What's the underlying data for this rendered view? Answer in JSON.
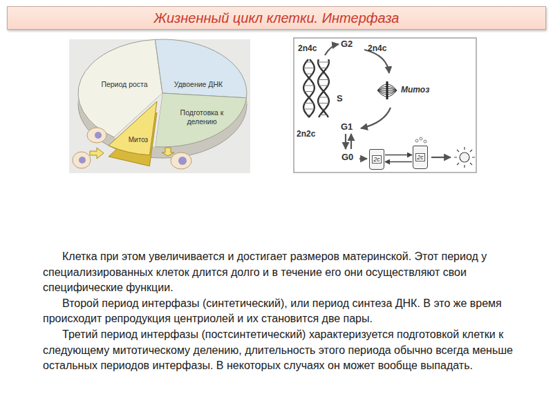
{
  "diagram": {
    "title": "Жизненный цикл клетки. Интерфаза",
    "nodes": [
      {
        "text": [
          "Период роста"
        ]
      },
      {
        "text": [
          "Удвоение ДНК"
        ]
      },
      {
        "text": [
          "Подготовка к делению"
        ]
      },
      {
        "text": [
          "Митоз"
        ]
      },
      {
        "text": [
          "2c"
        ]
      },
      {
        "text": [
          "2c"
        ]
      }
    ],
    "edges": [
      {
        "from": 4,
        "to": 5,
        "arrow": "to"
      },
      {
        "from": 5,
        "to": 4,
        "arrow": "to"
      }
    ],
    "labels": [
      "2n4c",
      "G2",
      "2n4c",
      "S",
      "Митоз",
      "2n2c",
      "G1",
      "G0",
      "Клетка при этом увеличивается и достигает размеров материнской. Этот период у специализированных клеток длится долго и в течение его они осуществляют свои специфические функции.",
      "Второй период интерфазы (синтетический), или период синтеза ДНК. В это же время происходит репродукция центриолей и их становится две пары.",
      "Третий период интерфазы (постсинтетический) характеризуется подготовкой клетки к следующему митотическому делению, длительность этого периода обычно всегда меньше остальных периодов интерфазы. В некоторых случаях он может вообще выпадать."
    ]
  }
}
